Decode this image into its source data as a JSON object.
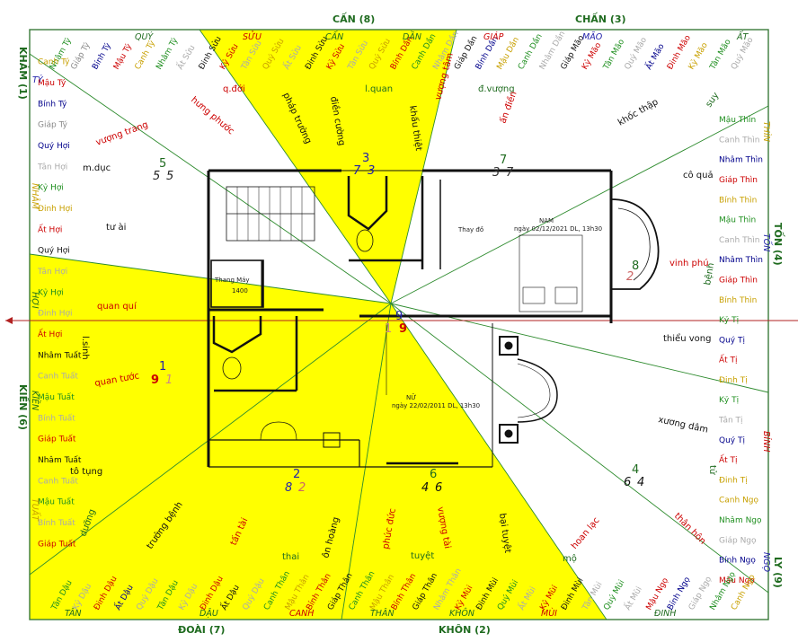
{
  "directions": {
    "top_center": "CẤN (8)",
    "top_right": "CHẤN (3)",
    "top_left_corner": "KHẢM (1)",
    "right_middle": "TỐN (4)",
    "left_middle": "KIỀN (6)",
    "bottom_left": "ĐOÀI (7)",
    "bottom_center": "KHÔN (2)",
    "right_bottom": "LY (9)"
  },
  "mountains": {
    "quy": "QUÝ",
    "suu": "SỬU",
    "can": "CẤN",
    "dan": "DẦN",
    "giap": "GIÁP",
    "mao": "MÃO",
    "at": "ẤT",
    "ty": "TÝ",
    "nham": "NHÂM",
    "hoi": "HỢI",
    "thin": "THÌN",
    "ton": "TỐN",
    "ti": "TỴ",
    "tuat": "TUẤT",
    "kien": "KIỀN",
    "binh": "BÍNH",
    "ngo": "NGỌ",
    "dinh": "ĐINH",
    "tan": "TÂN",
    "dau": "DẬU",
    "canh": "CANH",
    "than": "THÂN",
    "khon": "KHÔN",
    "mui": "MÙI",
    "ngo2": "NGỌ"
  },
  "palaces": [
    {
      "top": "3",
      "a": "7",
      "b": "3"
    },
    {
      "top": "7",
      "a": "3",
      "b": "7"
    },
    {
      "top": "5",
      "a": "5",
      "b": "5"
    },
    {
      "top": "1",
      "a": "9",
      "b": "1"
    },
    {
      "top": "9",
      "a": "1",
      "b": "9"
    },
    {
      "top": "2",
      "a": "8",
      "b": "2"
    },
    {
      "top": "6",
      "a": "4",
      "b": "6"
    },
    {
      "top": "4",
      "a": "6",
      "b": "4"
    },
    {
      "top": "8",
      "a": "",
      "b": "2"
    }
  ],
  "stars": {
    "s1": "q.đới",
    "s2": "pháp trường",
    "s3": "điền cường",
    "s4": "l.quan",
    "s5": "khấu thiệt",
    "s6": "đ.vượng",
    "s7": "vượng tâm",
    "s8": "ấn điền",
    "s9": "khốc thập",
    "s10": "suy",
    "s11": "hưng phước",
    "s12": "vượng trang",
    "s13": "m.dục",
    "s14": "tư ài",
    "s15": "cô quả",
    "s16": "vinh phú",
    "s17": "bệnh",
    "s18": "quan quí",
    "s19": "thiểu vong",
    "s20": "l.sinh",
    "s21": "quan tước",
    "s22": "xương dâm",
    "s23": "tử",
    "s24": "thân hôn",
    "s25": "hoan lạc",
    "s26": "mộ",
    "s27": "tô tụng",
    "s28": "dưỡng",
    "s29": "trưởng bệnh",
    "s30": "tấn tài",
    "s31": "thai",
    "s32": "ôn hoàng",
    "s33": "phúc đức",
    "s34": "vượng tài",
    "s35": "tuyệt",
    "s36": "bại tuyệt"
  },
  "plan": {
    "thay_do": "Thay đồ",
    "nam_title": "NAM",
    "nam_date": "ngày 02/12/2021 DL, 13h30",
    "nu_title": "NỮ",
    "nu_date": "ngày 22/02/2011 DL, 13h30",
    "thang_may": "Thang Máy",
    "size": "1400"
  },
  "border_labels": {
    "top": [
      [
        "Nhâm Tý",
        "#1f8f1f"
      ],
      [
        "Giáp Tý",
        "#888"
      ],
      [
        "Bính Tý",
        "#00008b"
      ],
      [
        "Mậu Tý",
        "#c00"
      ],
      [
        "Canh Tý",
        "#c8a000"
      ],
      [
        "Nhâm Tý",
        "#1f8f1f"
      ],
      [
        "Ất Sửu",
        "#aaa"
      ],
      [
        "Đinh Sửu",
        "#111"
      ],
      [
        "Kỷ Sửu",
        "#c00"
      ],
      [
        "Tân Sửu",
        "#aaa"
      ],
      [
        "Quý Sửu",
        "#c8a000"
      ],
      [
        "Ất Sửu",
        "#aaa"
      ],
      [
        "Đinh Sửu",
        "#111"
      ],
      [
        "Kỷ Sửu",
        "#c00"
      ],
      [
        "Tân Sửu",
        "#aaa"
      ],
      [
        "Quý Sửu",
        "#c8a000"
      ],
      [
        "Bính Dần",
        "#c00"
      ],
      [
        "Canh Dần",
        "#1f8f1f"
      ],
      [
        "Nhâm Dần",
        "#aaa"
      ],
      [
        "Giáp Dần",
        "#111"
      ],
      [
        "Bính Dần",
        "#00008b"
      ],
      [
        "Mậu Dần",
        "#c8a000"
      ],
      [
        "Canh Dần",
        "#1f8f1f"
      ],
      [
        "Nhâm Dần",
        "#aaa"
      ],
      [
        "Giáp Mão",
        "#111"
      ],
      [
        "Kỷ Mão",
        "#c00"
      ],
      [
        "Tân Mão",
        "#1f8f1f"
      ],
      [
        "Quý Mão",
        "#aaa"
      ],
      [
        "Ất Mão",
        "#00008b"
      ],
      [
        "Đinh Mão",
        "#c00"
      ],
      [
        "Kỷ Mão",
        "#c8a000"
      ],
      [
        "Tân Mão",
        "#1f8f1f"
      ],
      [
        "Quý Mão",
        "#aaa"
      ]
    ],
    "left": [
      [
        "Canh Tý",
        "#c8a000"
      ],
      [
        "Mậu Tý",
        "#c00"
      ],
      [
        "Bính Tý",
        "#00008b"
      ],
      [
        "Giáp Tý",
        "#888"
      ],
      [
        "Quý Hợi",
        "#00008b"
      ],
      [
        "Tân Hợi",
        "#aaa"
      ],
      [
        "Kỷ Hợi",
        "#1f8f1f"
      ],
      [
        "Đinh Hợi",
        "#c8a000"
      ],
      [
        "Ất Hợi",
        "#c00"
      ],
      [
        "Quý Hợi",
        "#111"
      ],
      [
        "Tân Hợi",
        "#aaa"
      ],
      [
        "Kỷ Hợi",
        "#1f8f1f"
      ],
      [
        "Đinh Hợi",
        "#aaa"
      ],
      [
        "Ất Hợi",
        "#c00"
      ],
      [
        "Nhâm Tuất",
        "#111"
      ],
      [
        "Canh Tuất",
        "#aaa"
      ],
      [
        "Mậu Tuất",
        "#1f8f1f"
      ],
      [
        "Bính Tuất",
        "#aaa"
      ],
      [
        "Giáp Tuất",
        "#c00"
      ],
      [
        "Nhâm Tuất",
        "#111"
      ],
      [
        "Canh Tuất",
        "#aaa"
      ],
      [
        "Mậu Tuất",
        "#1f8f1f"
      ],
      [
        "Bính Tuất",
        "#aaa"
      ],
      [
        "Giáp Tuất",
        "#c00"
      ]
    ],
    "right": [
      [
        "Mậu Thìn",
        "#1f8f1f"
      ],
      [
        "Canh Thìn",
        "#aaa"
      ],
      [
        "Nhâm Thìn",
        "#00008b"
      ],
      [
        "Giáp Thìn",
        "#c00"
      ],
      [
        "Bính Thìn",
        "#c8a000"
      ],
      [
        "Mậu Thìn",
        "#1f8f1f"
      ],
      [
        "Canh Thìn",
        "#aaa"
      ],
      [
        "Nhâm Thìn",
        "#00008b"
      ],
      [
        "Giáp Thìn",
        "#c00"
      ],
      [
        "Bính Thìn",
        "#c8a000"
      ],
      [
        "Kỷ Tị",
        "#1f8f1f"
      ],
      [
        "Quý Tị",
        "#00008b"
      ],
      [
        "Ất Tị",
        "#c00"
      ],
      [
        "Đinh Tị",
        "#c8a000"
      ],
      [
        "Kỷ Tị",
        "#1f8f1f"
      ],
      [
        "Tân Tị",
        "#aaa"
      ],
      [
        "Quý Tị",
        "#00008b"
      ],
      [
        "Ất Tị",
        "#c00"
      ],
      [
        "Đinh Tị",
        "#c8a000"
      ],
      [
        "Canh Ngọ",
        "#c8a000"
      ],
      [
        "Nhâm Ngọ",
        "#1f8f1f"
      ],
      [
        "Giáp Ngọ",
        "#aaa"
      ],
      [
        "Bính Ngọ",
        "#00008b"
      ],
      [
        "Mậu Ngọ",
        "#c00"
      ]
    ],
    "bottom": [
      [
        "Tân Dậu",
        "#1f8f1f"
      ],
      [
        "Kỷ Dậu",
        "#aaa"
      ],
      [
        "Đinh Dậu",
        "#c00"
      ],
      [
        "Ất Dậu",
        "#00008b"
      ],
      [
        "Quý Dậu",
        "#aaa"
      ],
      [
        "Tân Dậu",
        "#1f8f1f"
      ],
      [
        "Kỷ Dậu",
        "#aaa"
      ],
      [
        "Đinh Dậu",
        "#c00"
      ],
      [
        "Ất Dậu",
        "#111"
      ],
      [
        "Quý Dậu",
        "#aaa"
      ],
      [
        "Canh Thân",
        "#1f8f1f"
      ],
      [
        "Mậu Thân",
        "#c8a000"
      ],
      [
        "Bính Thân",
        "#c00"
      ],
      [
        "Giáp Thân",
        "#111"
      ],
      [
        "Canh Thân",
        "#1f8f1f"
      ],
      [
        "Mậu Thân",
        "#c8a000"
      ],
      [
        "Bính Thân",
        "#c00"
      ],
      [
        "Giáp Thân",
        "#111"
      ],
      [
        "Nhâm Thân",
        "#aaa"
      ],
      [
        "Kỷ Mùi",
        "#c00"
      ],
      [
        "Đinh Mùi",
        "#111"
      ],
      [
        "Quý Mùi",
        "#1f8f1f"
      ],
      [
        "Ất Mùi",
        "#aaa"
      ],
      [
        "Kỷ Mùi",
        "#c00"
      ],
      [
        "Đinh Mùi",
        "#111"
      ],
      [
        "Tân Mùi",
        "#aaa"
      ],
      [
        "Quý Mùi",
        "#1f8f1f"
      ],
      [
        "Ất Mùi",
        "#aaa"
      ],
      [
        "Mậu Ngọ",
        "#c00"
      ],
      [
        "Bính Ngọ",
        "#00008b"
      ],
      [
        "Giáp Ngọ",
        "#aaa"
      ],
      [
        "Nhâm Ngọ",
        "#1f8f1f"
      ],
      [
        "Canh Ngọ",
        "#c8a000"
      ]
    ]
  },
  "colors": {
    "yellow": "#ffff00",
    "green_line": "#2e8b2e",
    "red_axis": "#b22222",
    "frame": "#3a7a3a",
    "red": "#cc0000",
    "blue": "#2222aa",
    "dark": "#222222",
    "green_text": "#1f6b1f"
  }
}
